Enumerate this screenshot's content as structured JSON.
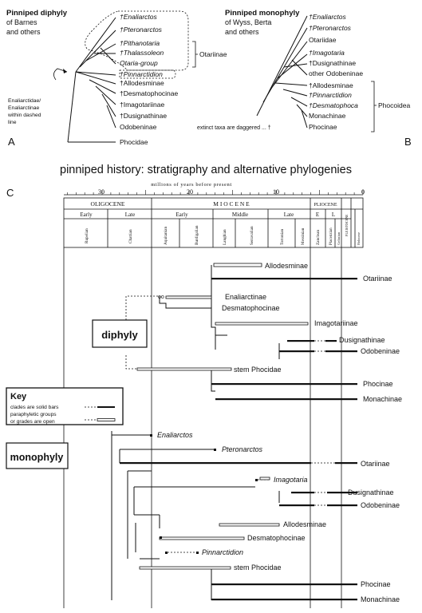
{
  "panelA": {
    "letter": "A",
    "title": [
      "Pinniped diphyly",
      "of Barnes",
      "and others"
    ],
    "taxa": [
      "†Enaliarctos",
      "†Pteronarctos",
      "†Pithanotaria",
      "†Thalassoleon",
      "Otaria-group",
      "†Pinnarctidion",
      "†Allodesminae",
      "†Desmatophocinae",
      "†Imagotariinae",
      "†Dusignathinae",
      "Odobeninae",
      "Phocidae"
    ],
    "bracket_label": "Otariinae",
    "note": [
      "Enaliarctidae/",
      "Enaliarctinae",
      "within dashed",
      "line"
    ],
    "extinct_note": "extinct taxa are daggered ... †"
  },
  "panelB": {
    "letter": "B",
    "title": [
      "Pinniped monophyly",
      "of Wyss, Berta",
      "and others"
    ],
    "taxa": [
      "†Enaliarctos",
      "†Pteronarctos",
      "Otariidae",
      "†Imagotaria",
      "†Dusignathinae",
      "other Odobeninae",
      "†Allodesminae",
      "†Pinnarctidion",
      "†Desmatophoca",
      "Monachinae",
      "Phocinae"
    ],
    "bracket_label": "Phocoidea"
  },
  "panelC": {
    "letter": "C",
    "title": "pinniped history: stratigraphy and alternative phylogenies",
    "axis_title": "millions of years before present",
    "ticks": [
      "30",
      "20",
      "10",
      "0"
    ],
    "epochs": [
      "OLIGOCENE",
      "M I O C E N E",
      "PLIOCENE",
      "PLEISTOCENE"
    ],
    "subepochs": [
      "Early",
      "Late",
      "Early",
      "Middle",
      "Late",
      "E",
      "L"
    ],
    "stages": [
      "Rupelian",
      "Chattian",
      "Aquitanian",
      "Burdigalian",
      "Langhian",
      "Serravalian",
      "Tortonian",
      "Messinian",
      "Zanclean",
      "Piacenzian",
      "Gelasian",
      "Holocene"
    ],
    "diphyly": {
      "label": "diphyly",
      "taxa": [
        "Allodesminae",
        "Otariinae",
        "Enaliarctinae",
        "Desmatophocinae",
        "Imagotariinae",
        "Dusignathinae",
        "Odobeninae",
        "stem Phocidae",
        "Phocinae",
        "Monachinae"
      ]
    },
    "monophyly": {
      "label": "monophyly",
      "taxa": [
        "Enaliarctos",
        "Pteronarctos",
        "Otariinae",
        "Imagotaria",
        "Dusignathinae",
        "Odobeninae",
        "Allodesminae",
        "Desmatophocinae",
        "Pinnarctidion",
        "stem Phocidae",
        "Phocinae",
        "Monachinae"
      ]
    },
    "key": {
      "title": "Key",
      "line1": "clades are solid bars",
      "line2a": "paraphyletic groups",
      "line2b": "or grades are open"
    }
  }
}
